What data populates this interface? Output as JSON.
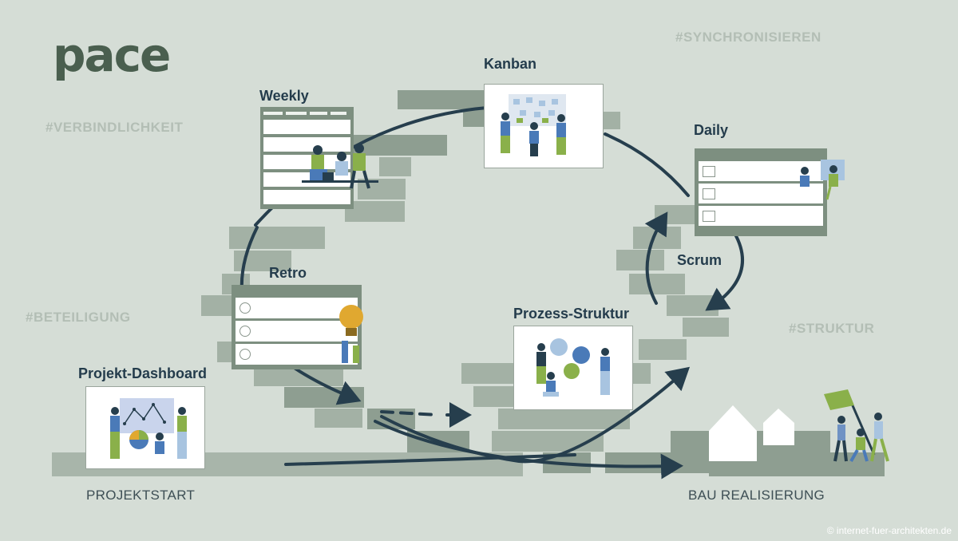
{
  "logo": "pace",
  "hashtags": {
    "synchronisieren": "#SYNCHRONISIEREN",
    "verbindlichkeit": "#VERBINDLICHKEIT",
    "beteiligung": "#BETEILIGUNG",
    "struktur": "#STRUKTUR"
  },
  "stages": {
    "weekly": "Weekly",
    "kanban": "Kanban",
    "daily": "Daily",
    "scrum": "Scrum",
    "retro": "Retro",
    "prozess_struktur": "Prozess-Struktur",
    "projekt_dashboard": "Projekt-Dashboard"
  },
  "footer": {
    "start": "PROJEKTSTART",
    "end": "BAU REALISIERUNG"
  },
  "credit": "© internet-fuer-architekten.de",
  "colors": {
    "background": "#d5ddd6",
    "bricks_dark": "#8e9e91",
    "bricks_mid": "#a8b5aa",
    "arrows": "#263e4d",
    "accent_green": "#8ab04a",
    "accent_blue": "#4a7ab8"
  }
}
